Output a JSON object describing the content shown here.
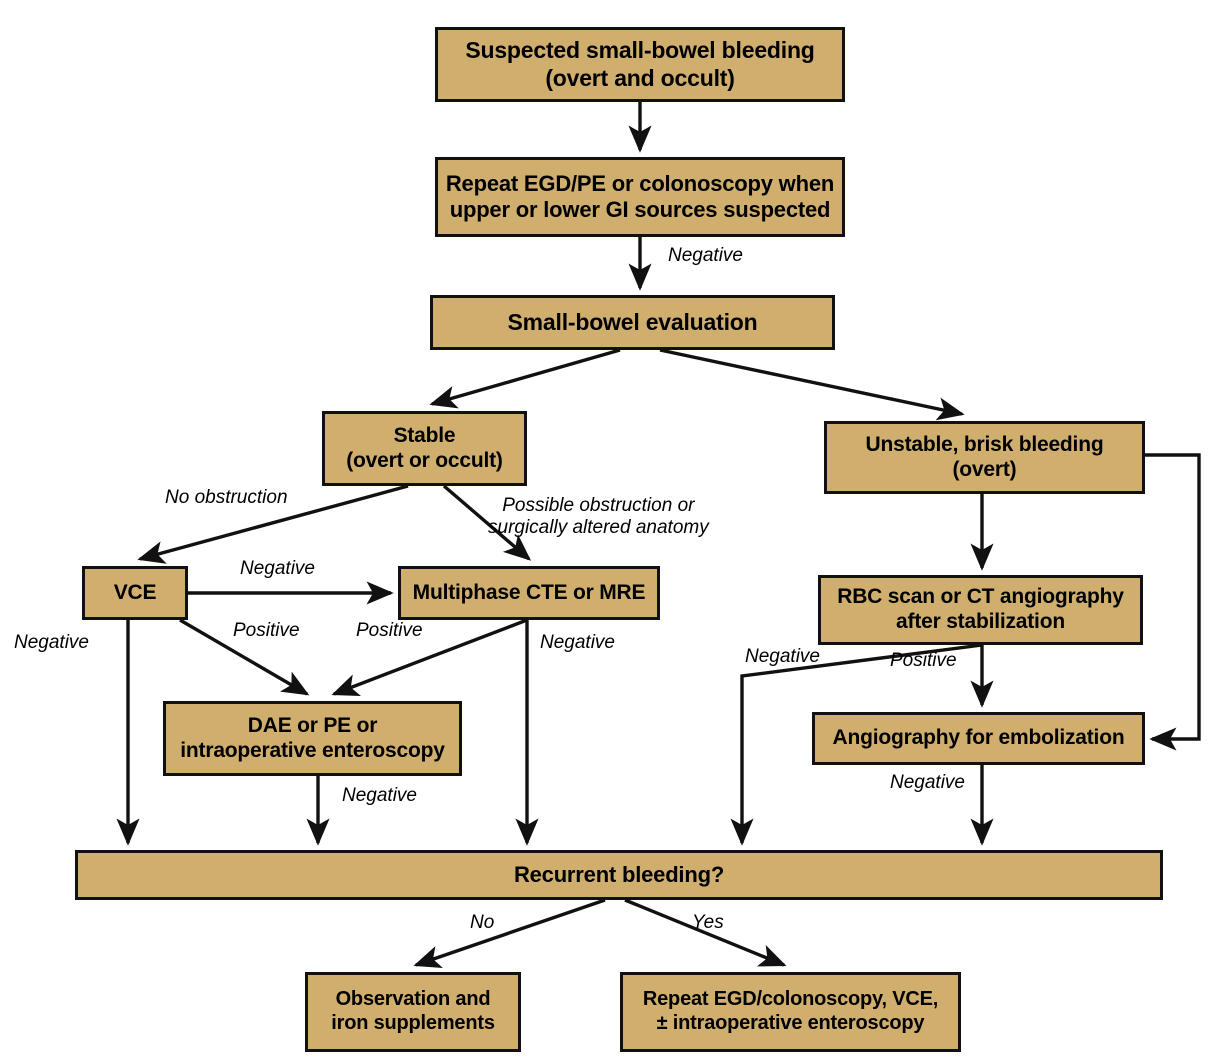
{
  "diagram": {
    "title": "Suspected small-bowel bleeding evaluation algorithm",
    "colors": {
      "node_fill": "#cfae6e",
      "node_border": "#111111",
      "edge_stroke": "#111111",
      "text": "#000000",
      "background": "#ffffff"
    },
    "nodes": [
      {
        "id": "suspected",
        "label": "Suspected small-bowel bleeding\n(overt and occult)"
      },
      {
        "id": "repeat_egd",
        "label": "Repeat EGD/PE or colonoscopy when\nupper or lower GI sources suspected"
      },
      {
        "id": "sb_eval",
        "label": "Small-bowel evaluation"
      },
      {
        "id": "stable",
        "label": "Stable\n(overt or occult)"
      },
      {
        "id": "unstable",
        "label": "Unstable, brisk bleeding\n(overt)"
      },
      {
        "id": "vce",
        "label": "VCE"
      },
      {
        "id": "cte_mre",
        "label": "Multiphase CTE or MRE"
      },
      {
        "id": "rbc",
        "label": "RBC scan or CT angiography\nafter stabilization"
      },
      {
        "id": "dae",
        "label": "DAE or PE or\nintraoperative enteroscopy"
      },
      {
        "id": "angio",
        "label": "Angiography for embolization"
      },
      {
        "id": "recurrent",
        "label": "Recurrent bleeding?"
      },
      {
        "id": "observation",
        "label": "Observation and\niron supplements"
      },
      {
        "id": "repeat_all",
        "label": "Repeat EGD/colonoscopy, VCE,\n± intraoperative enteroscopy"
      }
    ],
    "edge_labels": {
      "negative_top": "Negative",
      "no_obstruction": "No obstruction",
      "possible_obstruction": "Possible obstruction or\nsurgically altered anatomy",
      "negative_vce_to_cte": "Negative",
      "negative_vce_down": "Negative",
      "positive_vce": "Positive",
      "positive_cte": "Positive",
      "negative_cte_down": "Negative",
      "negative_dae": "Negative",
      "negative_rbc": "Negative",
      "positive_rbc": "Positive",
      "negative_angio": "Negative",
      "no_bottom": "No",
      "yes_bottom": "Yes"
    },
    "edges": [
      {
        "from": "suspected",
        "to": "repeat_egd",
        "label": ""
      },
      {
        "from": "repeat_egd",
        "to": "sb_eval",
        "label": "Negative"
      },
      {
        "from": "sb_eval",
        "to": "stable",
        "label": ""
      },
      {
        "from": "sb_eval",
        "to": "unstable",
        "label": ""
      },
      {
        "from": "stable",
        "to": "vce",
        "label": "No obstruction"
      },
      {
        "from": "stable",
        "to": "cte_mre",
        "label": "Possible obstruction or surgically altered anatomy"
      },
      {
        "from": "vce",
        "to": "cte_mre",
        "label": "Negative"
      },
      {
        "from": "vce",
        "to": "dae",
        "label": "Positive"
      },
      {
        "from": "vce",
        "to": "recurrent",
        "label": "Negative"
      },
      {
        "from": "cte_mre",
        "to": "dae",
        "label": "Positive"
      },
      {
        "from": "cte_mre",
        "to": "recurrent",
        "label": "Negative"
      },
      {
        "from": "dae",
        "to": "recurrent",
        "label": "Negative"
      },
      {
        "from": "unstable",
        "to": "rbc",
        "label": ""
      },
      {
        "from": "unstable",
        "to": "angio",
        "label": ""
      },
      {
        "from": "rbc",
        "to": "recurrent",
        "label": "Negative"
      },
      {
        "from": "rbc",
        "to": "angio",
        "label": "Positive"
      },
      {
        "from": "angio",
        "to": "recurrent",
        "label": "Negative"
      },
      {
        "from": "recurrent",
        "to": "observation",
        "label": "No"
      },
      {
        "from": "recurrent",
        "to": "repeat_all",
        "label": "Yes"
      }
    ]
  }
}
